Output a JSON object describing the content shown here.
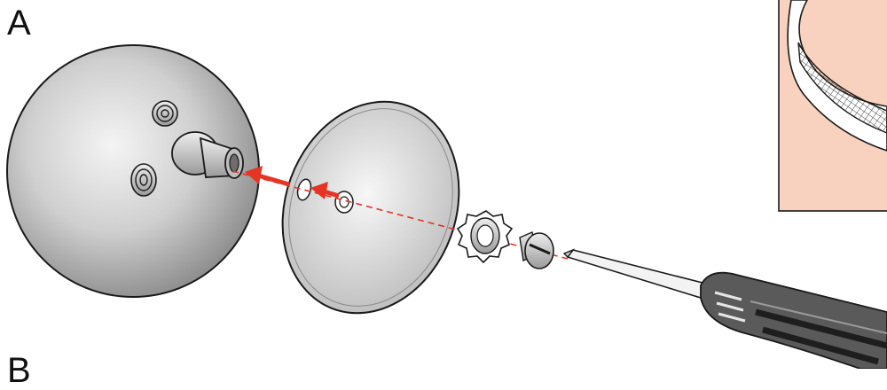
{
  "diagram": {
    "step_labels": [
      "A",
      "B"
    ],
    "colors": {
      "metal": "#c8c8c8",
      "outline": "#1a1a1a",
      "arrow": "#e53424",
      "guide_line": "#e53424",
      "inset_background": "#f9d2bf",
      "screwdriver_handle": "#5a5a5a"
    },
    "parts": [
      "dome-shade",
      "canopy-disc",
      "lock-washer",
      "slotted-screw",
      "screwdriver",
      "detail-inset"
    ]
  }
}
